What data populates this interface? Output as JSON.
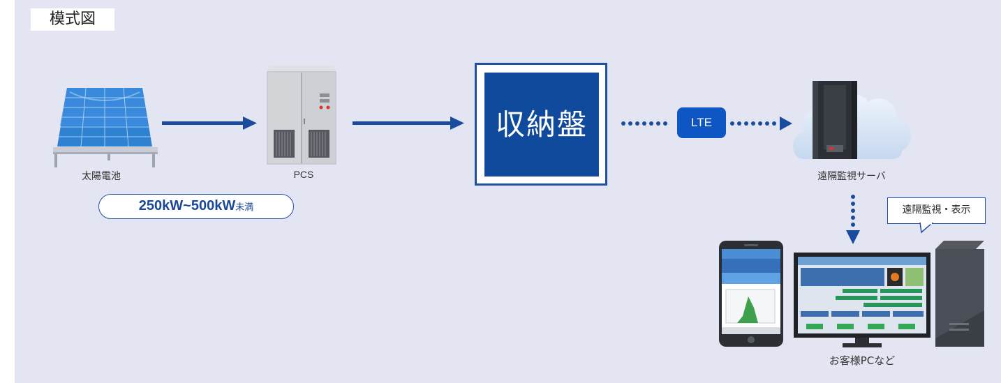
{
  "header": {
    "title": "模式図"
  },
  "nodes": {
    "solar": "太陽電池",
    "pcs": "PCS",
    "box": "収納盤",
    "server": "遠隔監視サーバ",
    "client": "お客様PCなど"
  },
  "capacity": {
    "low": "250",
    "unit1": "kW",
    "sep": "~",
    "high": "500",
    "unit2": "kW",
    "suffix": "未満"
  },
  "link": {
    "lte": "LTE"
  },
  "callout": {
    "text": "遠隔監視・表示"
  },
  "colors": {
    "primary": "#0f4a9c",
    "lte": "#0e56c4",
    "background": "#e3e6f2"
  }
}
